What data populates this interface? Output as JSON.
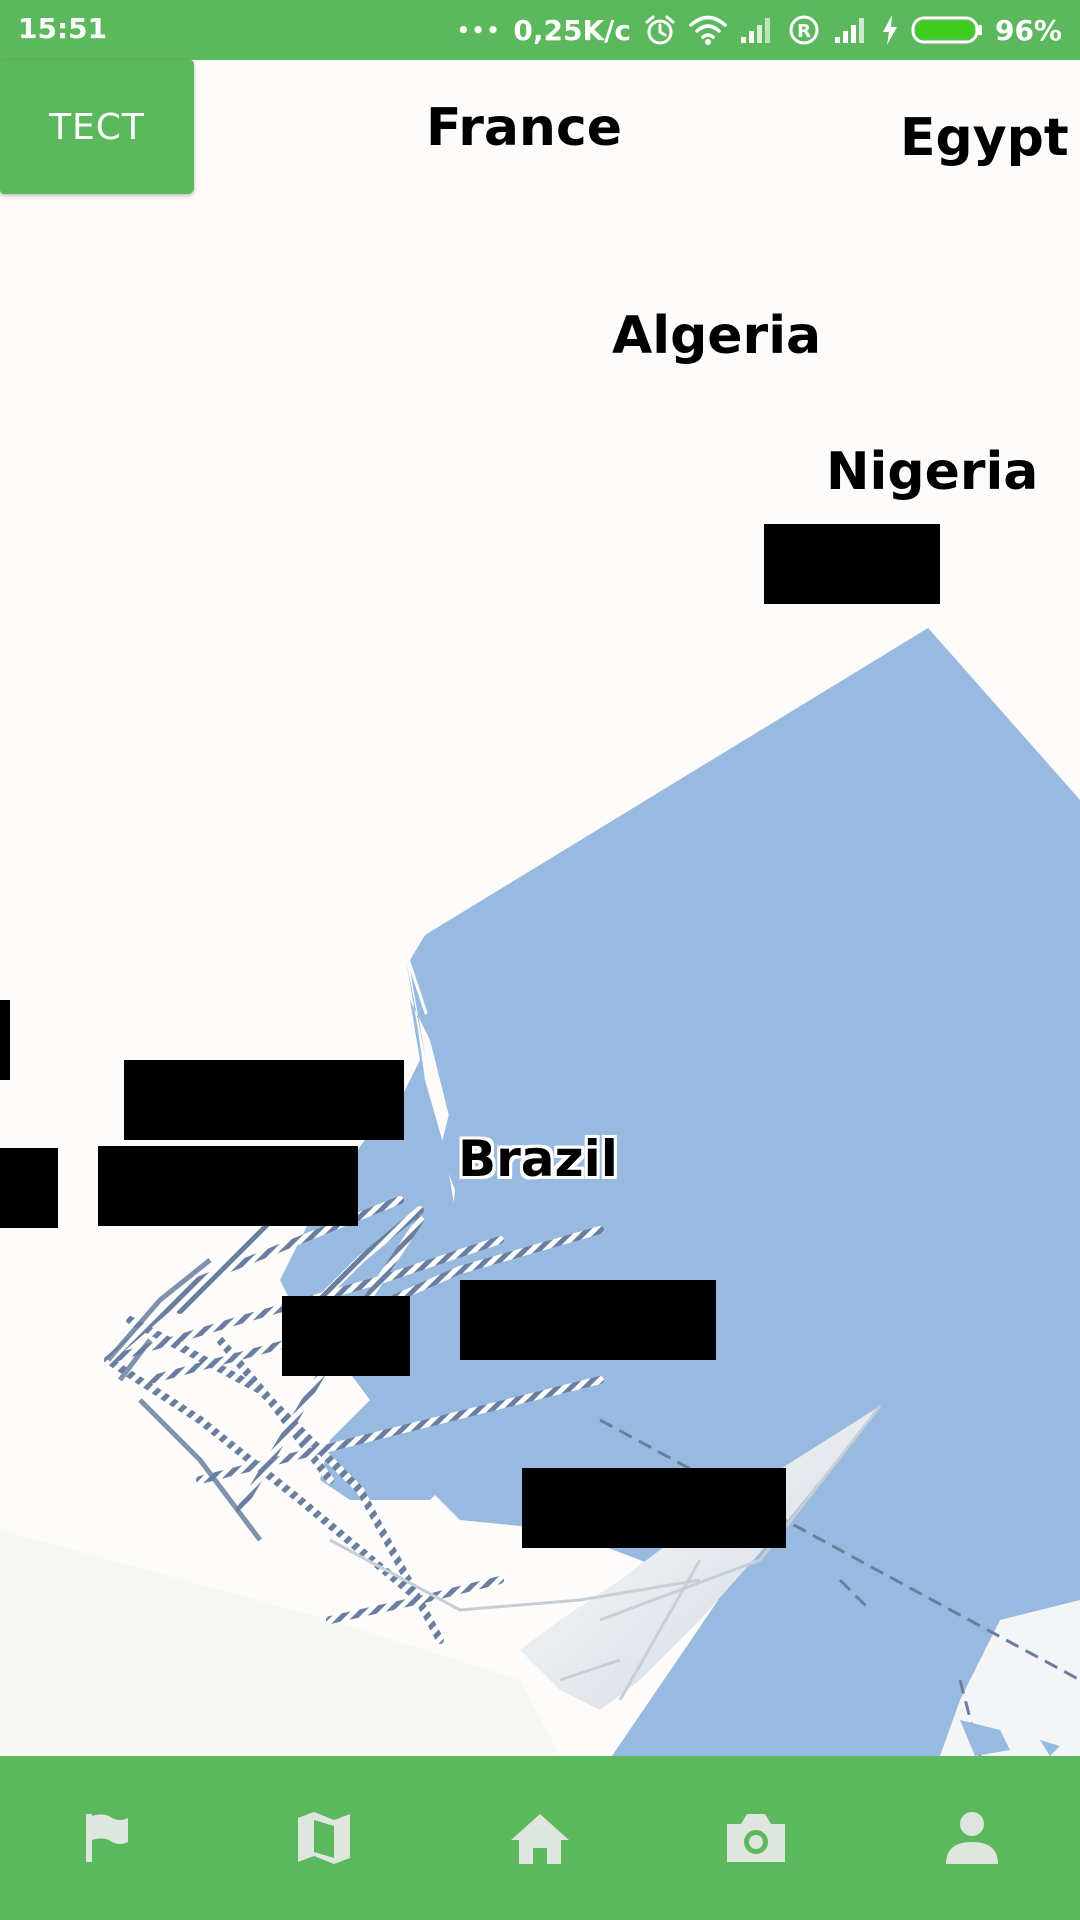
{
  "status_bar": {
    "time": "15:51",
    "dots": "•••",
    "net_speed": "0,25K/c",
    "roaming": "R",
    "battery": "96%",
    "icons": [
      "alarm-icon",
      "wifi-icon",
      "signal-icon",
      "roaming-icon",
      "signal-icon",
      "charging-icon",
      "battery-icon"
    ]
  },
  "test_button": {
    "label": "TECT"
  },
  "map": {
    "labels": {
      "france": "France",
      "egypt": "Egypt",
      "algeria": "Algeria",
      "nigeria": "Nigeria",
      "brazil": "Brazil"
    },
    "colors": {
      "water": "#98b9e0",
      "land": "#fefcfa",
      "route": "#6a7fa0"
    }
  },
  "bottom_nav": {
    "items": [
      "flag-icon",
      "map-icon",
      "home-icon",
      "camera-icon",
      "person-icon"
    ],
    "icon_color": "#dfe5df",
    "bar_color": "#5cb85c"
  }
}
